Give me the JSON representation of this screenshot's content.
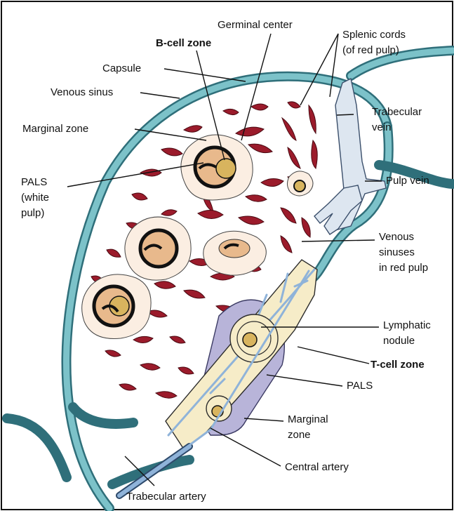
{
  "labels": {
    "germinal_center": "Germinal center",
    "b_cell_zone": "B-cell zone",
    "splenic_cords_1": "Splenic cords",
    "splenic_cords_2": "(of red pulp)",
    "capsule": "Capsule",
    "venous_sinus": "Venous sinus",
    "trabecular_vein_1": "Trabecular",
    "trabecular_vein_2": "vein",
    "marginal_zone_top": "Marginal zone",
    "pulp_vein": "Pulp vein",
    "pals_left_1": "PALS",
    "pals_left_2": "(white",
    "pals_left_3": "pulp)",
    "venous_sinuses_1": "Venous",
    "venous_sinuses_2": "sinuses",
    "venous_sinuses_3": "in red pulp",
    "lymphatic_nodule_1": "Lymphatic",
    "lymphatic_nodule_2": "nodule",
    "t_cell_zone": "T-cell zone",
    "pals_right": "PALS",
    "marginal_zone_bottom_1": "Marginal",
    "marginal_zone_bottom_2": "zone",
    "central_artery": "Central artery",
    "trabecular_artery": "Trabecular artery"
  },
  "colors": {
    "capsule": "#2f6f7a",
    "sinus": "#9b1b2b",
    "white_pulp": "#e8b98c",
    "germinal_center": "#d8b45e",
    "pals_band": "#f6ecc8",
    "marginal_zone": "#b8b4d9",
    "vein": "#dde6f0"
  }
}
